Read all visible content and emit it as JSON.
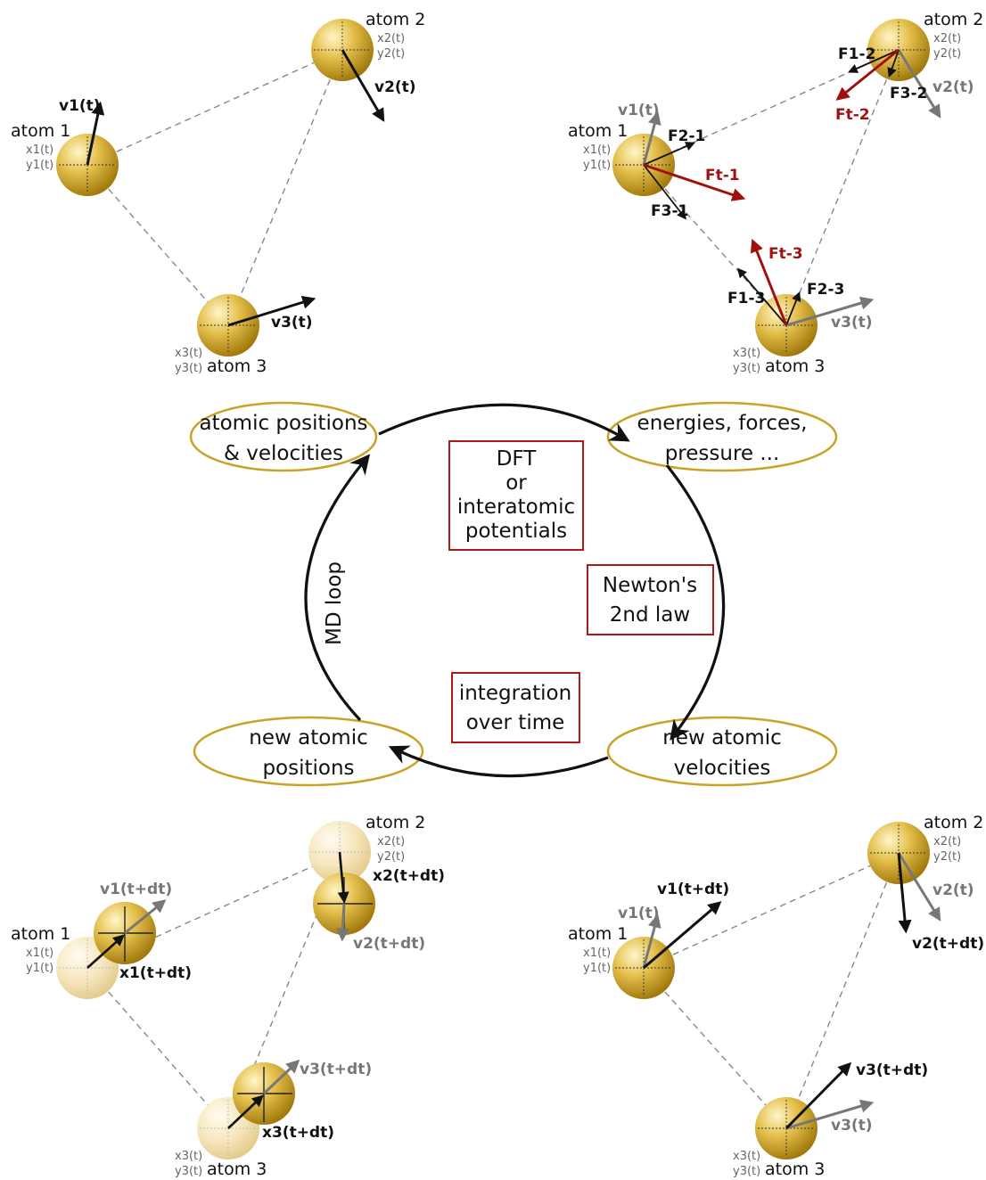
{
  "panels": {
    "top_left": {
      "atom1": {
        "name": "atom 1",
        "x": "x1(t)",
        "y": "y1(t)"
      },
      "atom2": {
        "name": "atom 2",
        "x": "x2(t)",
        "y": "y2(t)"
      },
      "atom3": {
        "name": "atom 3",
        "x": "x3(t)",
        "y": "y3(t)"
      },
      "v1": "v1(t)",
      "v2": "v2(t)",
      "v3": "v3(t)"
    },
    "top_right": {
      "atom1": {
        "name": "atom 1",
        "x": "x1(t)",
        "y": "y1(t)"
      },
      "atom2": {
        "name": "atom 2",
        "x": "x2(t)",
        "y": "y2(t)"
      },
      "atom3": {
        "name": "atom 3",
        "x": "x3(t)",
        "y": "y3(t)"
      },
      "v1": "v1(t)",
      "v2": "v2(t)",
      "v3": "v3(t)",
      "F2_1": "F2-1",
      "F3_1": "F3-1",
      "Ft_1": "Ft-1",
      "F1_2": "F1-2",
      "F3_2": "F3-2",
      "Ft_2": "Ft-2",
      "F1_3": "F1-3",
      "F2_3": "F2-3",
      "Ft_3": "Ft-3"
    },
    "bottom_left": {
      "atom1": {
        "name": "atom 1",
        "x": "x1(t)",
        "y": "y1(t)"
      },
      "atom2": {
        "name": "atom 2",
        "x": "x2(t)",
        "y": "y2(t)"
      },
      "atom3": {
        "name": "atom 3",
        "x": "x3(t)",
        "y": "y3(t)"
      },
      "v1": "v1(t+dt)",
      "v2": "v2(t+dt)",
      "v3": "v3(t+dt)",
      "x1": "x1(t+dt)",
      "x2": "x2(t+dt)",
      "x3": "x3(t+dt)"
    },
    "bottom_right": {
      "atom1": {
        "name": "atom 1",
        "x": "x1(t)",
        "y": "y1(t)"
      },
      "atom2": {
        "name": "atom 2",
        "x": "x2(t)",
        "y": "y2(t)"
      },
      "atom3": {
        "name": "atom 3",
        "x": "x3(t)",
        "y": "y3(t)"
      },
      "v1_old": "v1(t)",
      "v2_old": "v2(t)",
      "v3_old": "v3(t)",
      "v1_new": "v1(t+dt)",
      "v2_new": "v2(t+dt)",
      "v3_new": "v3(t+dt)"
    }
  },
  "loop": {
    "pos_vel": [
      "atomic positions",
      "& velocities"
    ],
    "energies": [
      "energies, forces,",
      "pressure ..."
    ],
    "new_vel": [
      "new atomic",
      "velocities"
    ],
    "new_pos": [
      "new atomic",
      "positions"
    ],
    "md_loop": "MD loop",
    "dft": [
      "DFT",
      "or",
      "interatomic",
      "potentials"
    ],
    "newton": [
      "Newton's",
      "2nd law"
    ],
    "integration": [
      "integration",
      "over time"
    ]
  },
  "colors": {
    "atom_gold": "#c9a020",
    "ellipse_border": "#c9a227",
    "box_border": "#b01818",
    "total_force": "#a01010",
    "grey_vector": "#777777",
    "dashed_line": "#888888"
  }
}
